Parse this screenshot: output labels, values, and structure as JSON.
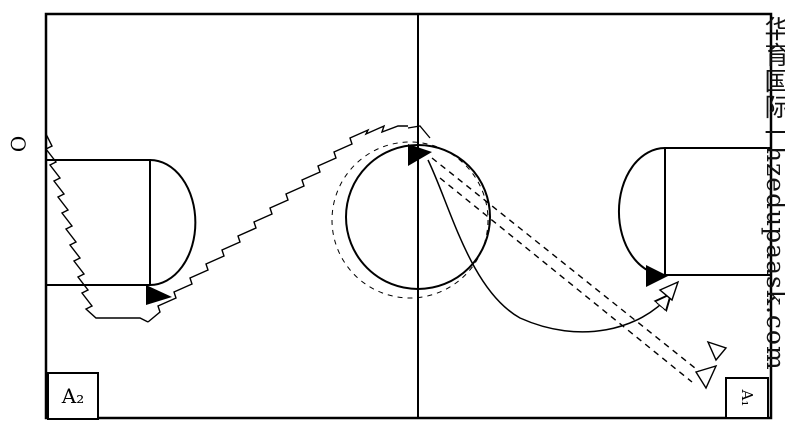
{
  "labels": {
    "origin": "O",
    "zone_bottom_left": "A₂",
    "zone_bottom_right": "A₁"
  },
  "watermark": {
    "text": "华育国际一hzedupaask.com"
  },
  "colors": {
    "line": "#000000",
    "background": "#ffffff"
  }
}
